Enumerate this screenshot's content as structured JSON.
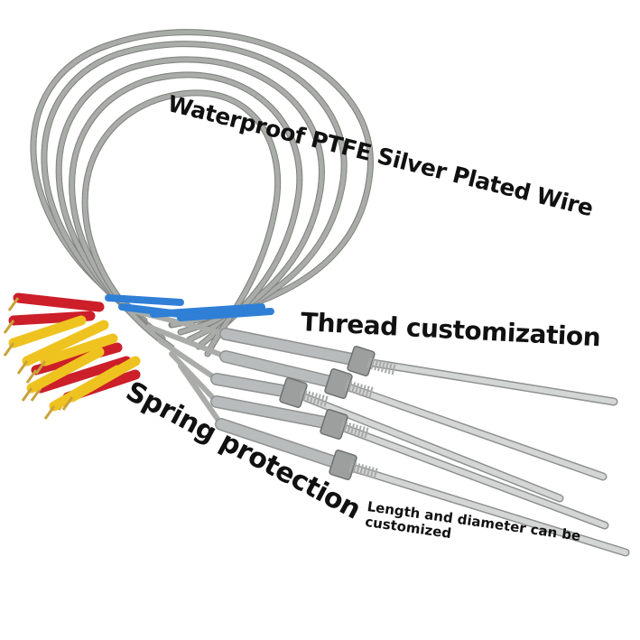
{
  "captions": {
    "wire": "Waterproof PTFE Silver Plated Wire",
    "thread": "Thread customization",
    "spring": "Spring protection",
    "length_line1": "Length and diameter can be",
    "length_line2": "customized"
  },
  "colors": {
    "background": "#ffffff",
    "braid": "#a9aca8",
    "sleeve_blue": "#2f7fd6",
    "sleeve_red": "#cc1f2a",
    "sleeve_yellow": "#efc31f",
    "steel": "#b9bcbd",
    "nut": "#9d9f9e",
    "caption_text": "#111111"
  }
}
